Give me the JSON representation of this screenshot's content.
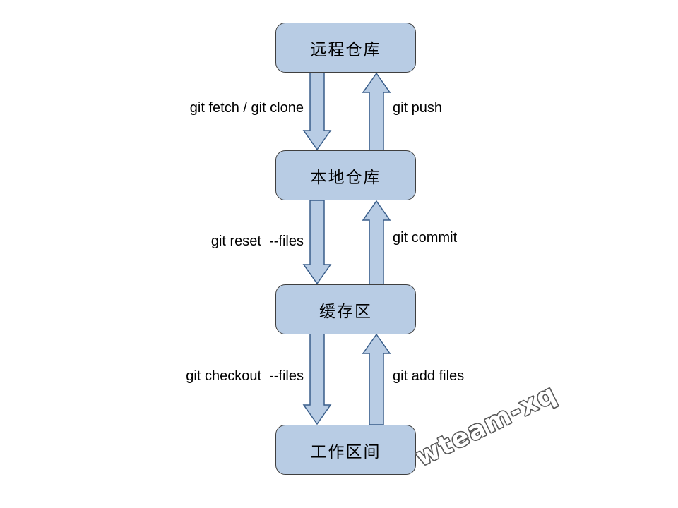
{
  "diagram": {
    "kind": "git-workflow-flowchart",
    "background": "#ffffff",
    "nodes": [
      {
        "id": "remote-repository",
        "label": "远程仓库"
      },
      {
        "id": "local-repository",
        "label": "本地仓库"
      },
      {
        "id": "staging-area",
        "label": "缓存区"
      },
      {
        "id": "workspace",
        "label": "工作区间"
      }
    ],
    "edges": [
      {
        "from": "remote-repository",
        "to": "local-repository",
        "direction": "down",
        "label": "git fetch / git clone"
      },
      {
        "from": "local-repository",
        "to": "remote-repository",
        "direction": "up",
        "label": "git push"
      },
      {
        "from": "local-repository",
        "to": "staging-area",
        "direction": "down",
        "label": "git reset  --files"
      },
      {
        "from": "staging-area",
        "to": "local-repository",
        "direction": "up",
        "label": "git commit"
      },
      {
        "from": "staging-area",
        "to": "workspace",
        "direction": "down",
        "label": "git checkout  --files"
      },
      {
        "from": "workspace",
        "to": "staging-area",
        "direction": "up",
        "label": "git add files"
      }
    ],
    "watermark": "wteam-xq",
    "colors": {
      "node_fill": "#b8cce4",
      "node_border": "#3f3f3f",
      "arrow_fill": "#b8cce4",
      "arrow_border": "#385d8a",
      "label_color": "#000000",
      "watermark_outline": "#575757",
      "watermark_fill": "#ffffff"
    }
  }
}
